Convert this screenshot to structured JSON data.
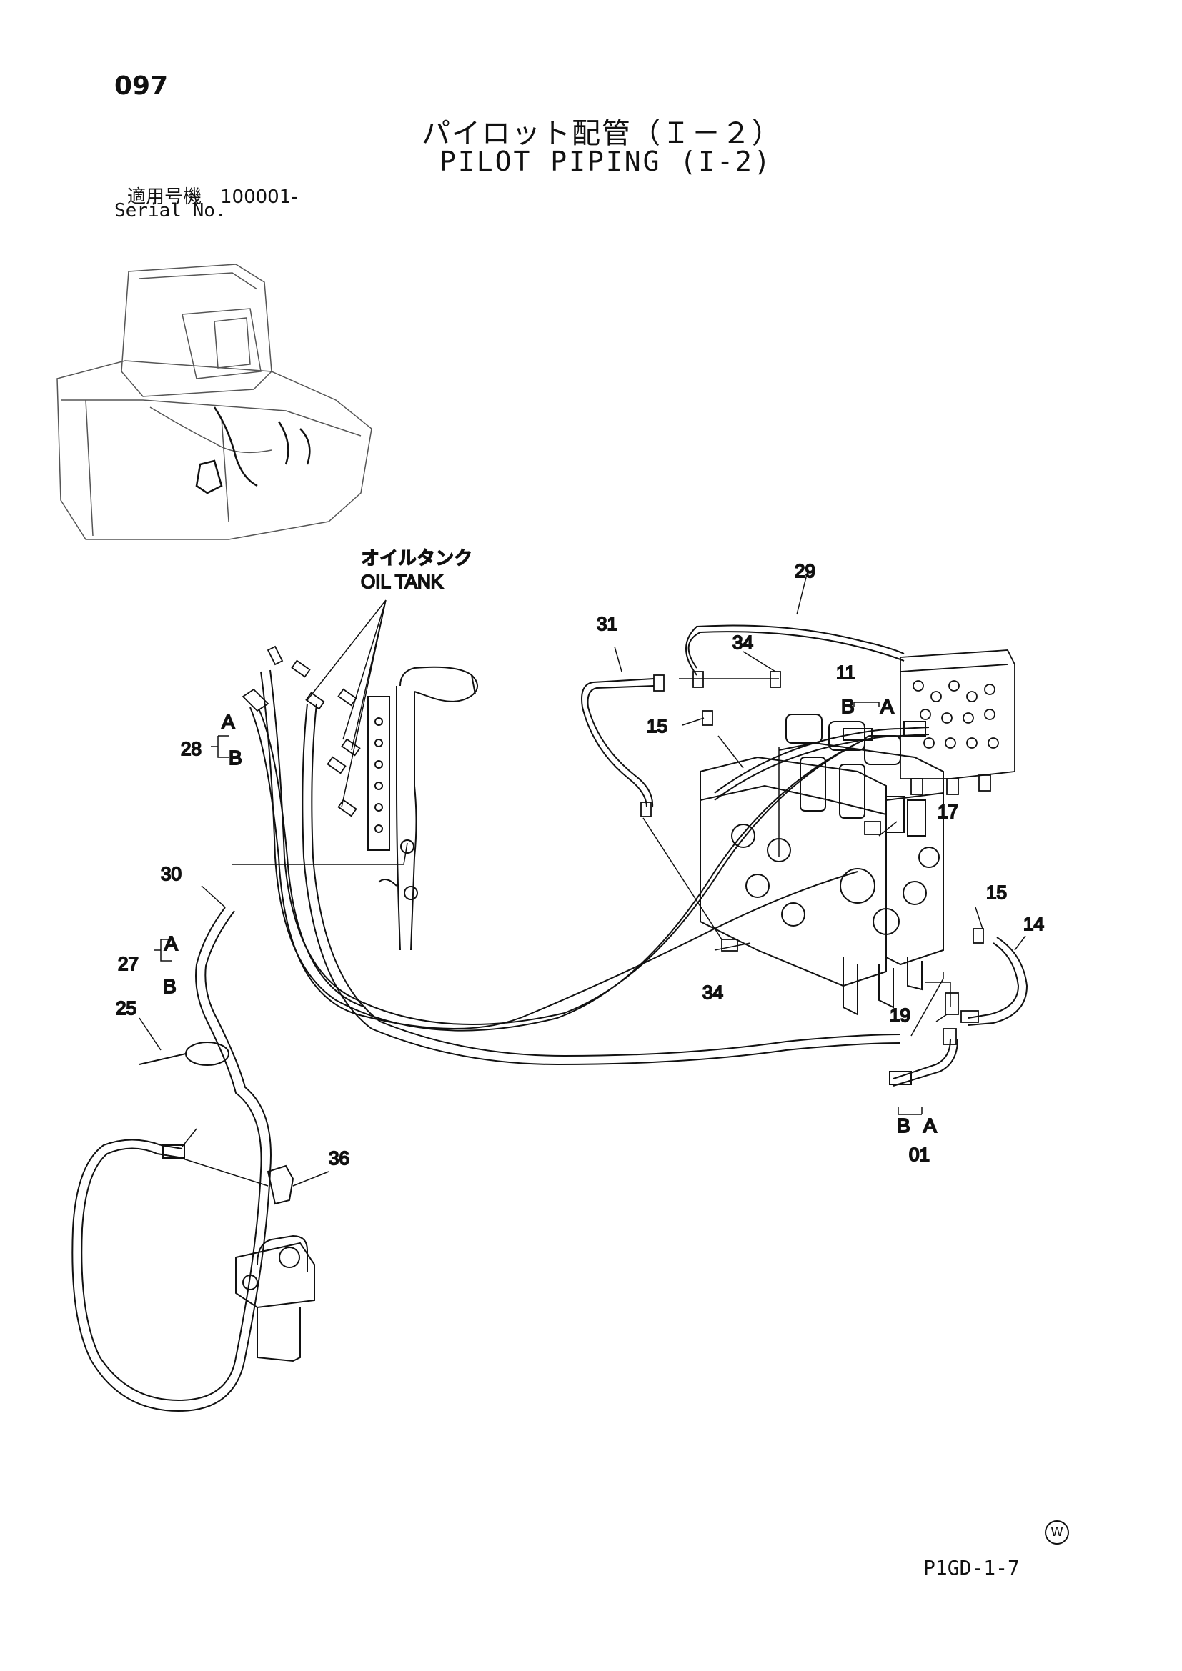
{
  "header": {
    "page_number": "097",
    "title_jp": "パイロット配管（Ｉ－２）",
    "title_en": "PILOT PIPING (I-2)",
    "serial_jp": "適用号機　100001-",
    "serial_en": "Serial No."
  },
  "labels": {
    "oil_tank_jp": "オイルタンク",
    "oil_tank_en": "OIL TANK"
  },
  "callouts": {
    "p29": "29",
    "p31": "31",
    "p34a": "34",
    "p11": "11",
    "p11_b": "B",
    "p11_a": "A",
    "p15a": "15",
    "p28": "28",
    "p28_a": "A",
    "p28_b": "B",
    "p17": "17",
    "p30": "30",
    "p15b": "15",
    "p14": "14",
    "p27": "27",
    "p27_a": "A",
    "p27_b": "B",
    "p34b": "34",
    "p25": "25",
    "p19": "19",
    "p01_b": "B",
    "p01_a": "A",
    "p01": "01",
    "p36": "36"
  },
  "footer": {
    "mark": "W",
    "code": "P1GD-1-7"
  }
}
